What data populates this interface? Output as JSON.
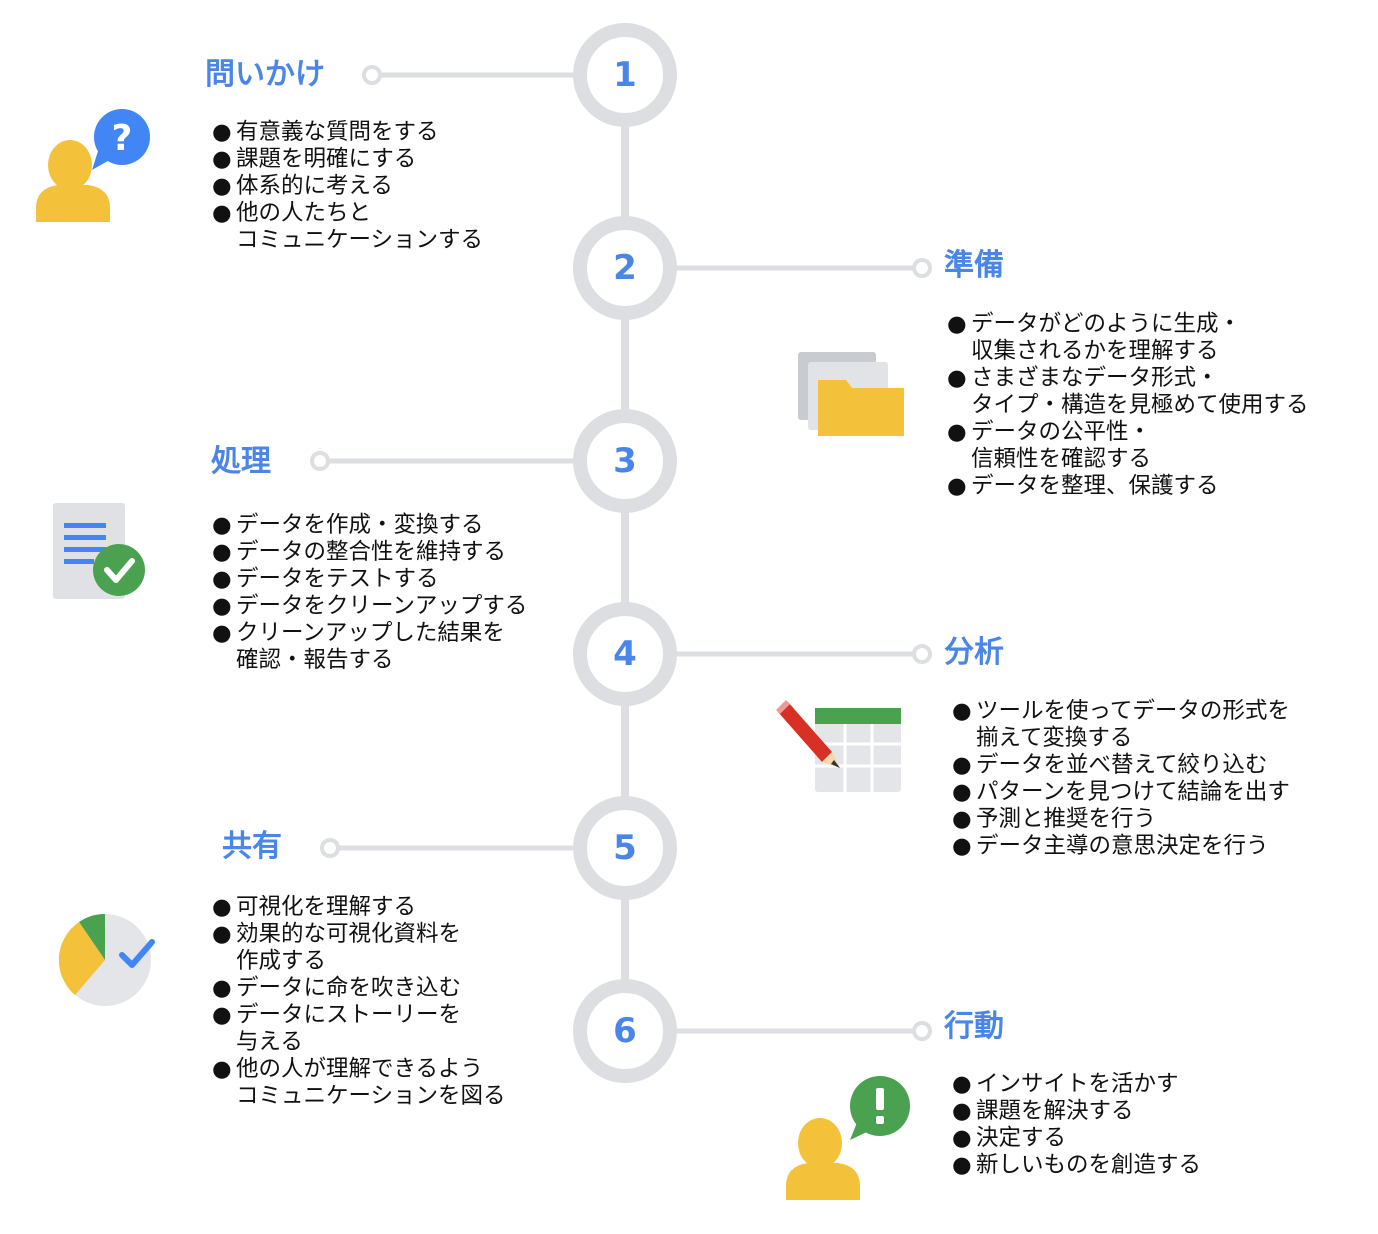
{
  "colors": {
    "accent": "#4a86e8",
    "timeline": "#dcdee1",
    "yellow": "#f3c13a",
    "blue": "#4285f4",
    "green": "#4aa150",
    "grey": "#d0d3d8"
  },
  "steps": [
    {
      "number": "1",
      "title": "問いかけ",
      "icon": "person-question-icon",
      "items": [
        {
          "text": "有意義な質問をする"
        },
        {
          "text": "課題を明確にする"
        },
        {
          "text": "体系的に考える"
        },
        {
          "text": "他の人たちと",
          "cont": "コミュニケーションする"
        }
      ]
    },
    {
      "number": "2",
      "title": "準備",
      "icon": "folders-icon",
      "items": [
        {
          "text": "データがどのように生成・",
          "cont": "収集されるかを理解する"
        },
        {
          "text": "さまざまなデータ形式・",
          "cont": "タイプ・構造を見極めて使用する"
        },
        {
          "text": "データの公平性・",
          "cont": "信頼性を確認する"
        },
        {
          "text": "データを整理、保護する"
        }
      ]
    },
    {
      "number": "3",
      "title": "処理",
      "icon": "document-check-icon",
      "items": [
        {
          "text": "データを作成・変換する"
        },
        {
          "text": "データの整合性を維持する"
        },
        {
          "text": "データをテストする"
        },
        {
          "text": "データをクリーンアップする"
        },
        {
          "text": "クリーンアップした結果を",
          "cont": "確認・報告する"
        }
      ]
    },
    {
      "number": "4",
      "title": "分析",
      "icon": "spreadsheet-pencil-icon",
      "items": [
        {
          "text": "ツールを使ってデータの形式を",
          "cont": "揃えて変換する"
        },
        {
          "text": "データを並べ替えて絞り込む"
        },
        {
          "text": "パターンを見つけて結論を出す"
        },
        {
          "text": "予測と推奨を行う"
        },
        {
          "text": "データ主導の意思決定を行う"
        }
      ]
    },
    {
      "number": "5",
      "title": "共有",
      "icon": "pie-chart-check-icon",
      "items": [
        {
          "text": "可視化を理解する"
        },
        {
          "text": "効果的な可視化資料を",
          "cont": "作成する"
        },
        {
          "text": "データに命を吹き込む"
        },
        {
          "text": "データにストーリーを",
          "cont": "与える"
        },
        {
          "text": "他の人が理解できるよう",
          "cont": "コミュニケーションを図る"
        }
      ]
    },
    {
      "number": "6",
      "title": "行動",
      "icon": "person-exclamation-icon",
      "items": [
        {
          "text": "インサイトを活かす"
        },
        {
          "text": "課題を解決する"
        },
        {
          "text": "決定する"
        },
        {
          "text": "新しいものを創造する"
        }
      ]
    }
  ]
}
